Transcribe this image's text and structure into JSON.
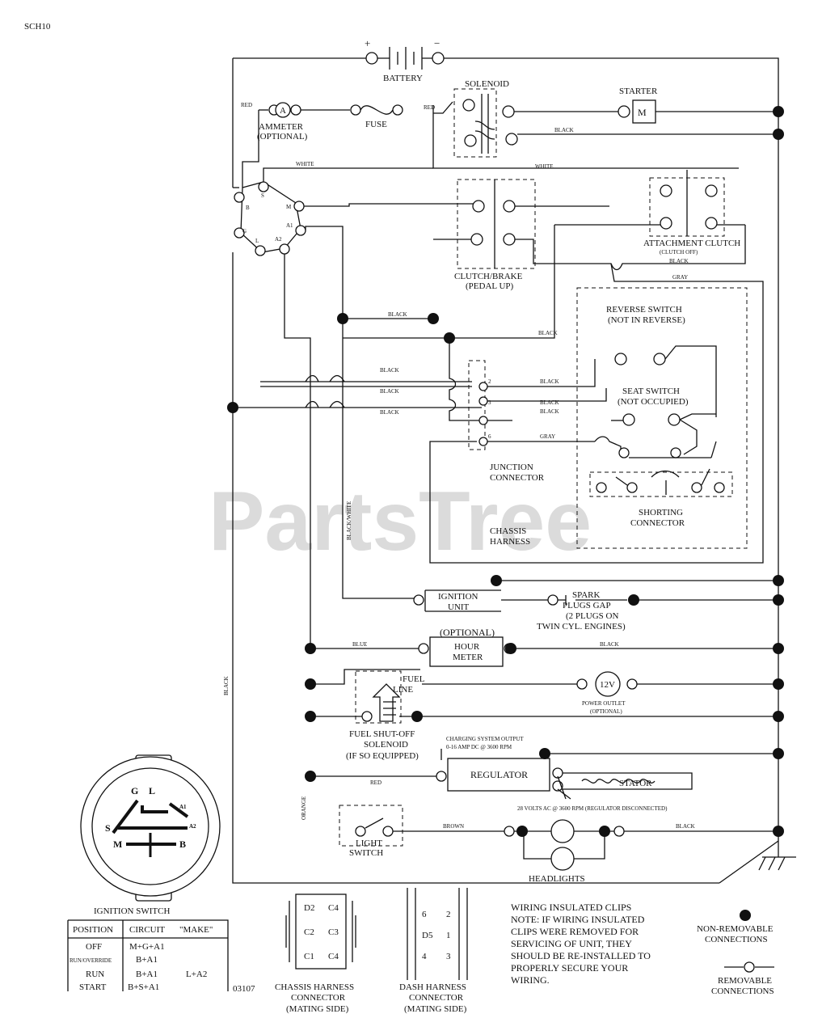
{
  "header": {
    "code": "SCH10",
    "drawing_no": "03107"
  },
  "watermark": "PartsTree",
  "components": {
    "battery": {
      "label": "BATTERY",
      "plus": "+",
      "minus": "−"
    },
    "solenoid": "SOLENOID",
    "starter": {
      "label": "STARTER",
      "symbol": "M"
    },
    "ammeter": {
      "label1": "AMMETER",
      "label2": "(OPTIONAL)",
      "symbol": "A"
    },
    "fuse": "FUSE",
    "clutch_brake": {
      "label1": "CLUTCH/BRAKE",
      "label2": "(PEDAL UP)"
    },
    "attachment_clutch": {
      "label1": "ATTACHMENT CLUTCH",
      "label2": "(CLUTCH OFF)"
    },
    "reverse_switch": {
      "label1": "REVERSE SWITCH",
      "label2": "(NOT IN REVERSE)"
    },
    "seat_switch": {
      "label1": "SEAT SWITCH",
      "label2": "(NOT OCCUPIED)"
    },
    "junction_connector": {
      "label1": "JUNCTION",
      "label2": "CONNECTOR"
    },
    "shorting_connector": {
      "label1": "SHORTING",
      "label2": "CONNECTOR"
    },
    "chassis_harness": {
      "label1": "CHASSIS",
      "label2": "HARNESS"
    },
    "ignition_unit": {
      "label1": "IGNITION",
      "label2": "UNIT"
    },
    "spark_plugs": {
      "line1": "SPARK",
      "line2": "PLUGS GAP",
      "line3": "(2 PLUGS ON",
      "line4": "TWIN CYL. ENGINES)"
    },
    "hour_meter": {
      "optional": "(OPTIONAL)",
      "label1": "HOUR",
      "label2": "METER"
    },
    "fuel_line": {
      "label1": "FUEL",
      "label2": "LINE"
    },
    "power_outlet": {
      "symbol": "12V",
      "label1": "POWER OUTLET",
      "label2": "(OPTIONAL)"
    },
    "fuel_solenoid": {
      "label1": "FUEL SHUT-OFF",
      "label2": "SOLENOID",
      "label3": "(IF SO EQUIPPED)"
    },
    "charging": {
      "line1": "CHARGING SYSTEM OUTPUT",
      "line2": "0-16 AMP DC @ 3600 RPM"
    },
    "regulator": "REGULATOR",
    "stator": "STATOR",
    "stator_note": "28 VOLTS AC @ 3600 RPM (REGULATOR DISCONNECTED)",
    "light_switch": {
      "label1": "LIGHT",
      "label2": "SWITCH"
    },
    "headlights": "HEADLIGHTS"
  },
  "terminals": {
    "ignition": [
      "B",
      "S",
      "M",
      "A1",
      "A2",
      "L",
      "G"
    ],
    "junction": [
      "2",
      "3",
      "6"
    ]
  },
  "wire_colors": {
    "red": "RED",
    "black": "BLACK",
    "white": "WHITE",
    "gray": "GRAY",
    "blue": "BLUE",
    "brown": "BROWN",
    "orange": "ORANGE",
    "black_white": "BLACK/WHITE"
  },
  "ignition_switch": {
    "title": "IGNITION SWITCH",
    "terminals": [
      "G",
      "L",
      "A1",
      "A2",
      "S",
      "M",
      "B"
    ],
    "headers": [
      "POSITION",
      "CIRCUIT",
      "\"MAKE\""
    ],
    "rows": [
      [
        "OFF",
        "M+G+A1",
        ""
      ],
      [
        "RUN/OVERRIDE",
        "B+A1",
        ""
      ],
      [
        "RUN",
        "B+A1",
        "L+A2"
      ],
      [
        "START",
        "B+S+A1",
        ""
      ]
    ]
  },
  "connectors": {
    "chassis": {
      "pins": [
        "D2",
        "C4",
        "C2",
        "C3",
        "C1",
        "C4"
      ],
      "label1": "CHASSIS HARNESS",
      "label2": "CONNECTOR",
      "label3": "(MATING SIDE)"
    },
    "dash": {
      "pins": [
        "6",
        "2",
        "D5",
        "1",
        "4",
        "3"
      ],
      "label1": "DASH HARNESS",
      "label2": "CONNECTOR",
      "label3": "(MATING SIDE)"
    }
  },
  "notes": {
    "clips": [
      "WIRING INSULATED CLIPS",
      "NOTE: IF WIRING INSULATED",
      "CLIPS WERE REMOVED FOR",
      "SERVICING OF UNIT, THEY",
      "SHOULD BE RE-INSTALLED TO",
      "PROPERLY SECURE YOUR",
      "WIRING."
    ]
  },
  "legend": {
    "non_removable": [
      "NON-REMOVABLE",
      "CONNECTIONS"
    ],
    "removable": [
      "REMOVABLE",
      "CONNECTIONS"
    ]
  }
}
